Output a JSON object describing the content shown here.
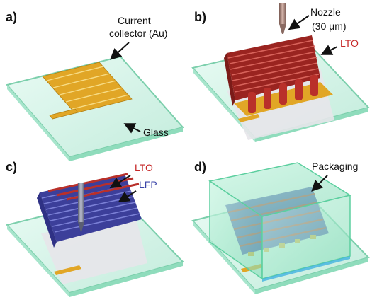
{
  "panels": [
    {
      "label": "a)",
      "annotations": [
        {
          "text": "Current"
        },
        {
          "text": "collector (Au)"
        },
        {
          "text": "Glass"
        }
      ]
    },
    {
      "label": "b)",
      "annotations": [
        {
          "text": "Nozzle"
        },
        {
          "text": "(30 μm)"
        },
        {
          "text": "LTO"
        }
      ]
    },
    {
      "label": "c)",
      "annotations": [
        {
          "text": "LTO"
        },
        {
          "text": "LFP"
        }
      ]
    },
    {
      "label": "d)",
      "annotations": [
        {
          "text": "Packaging"
        }
      ]
    }
  ],
  "colors": {
    "glass": "#c8efe3",
    "glass_edge": "#7ccfac",
    "gold": "#e1a626",
    "lto": "#b9302a",
    "lfp": "#4a4fb0",
    "packaging": "#9fe6c8"
  }
}
